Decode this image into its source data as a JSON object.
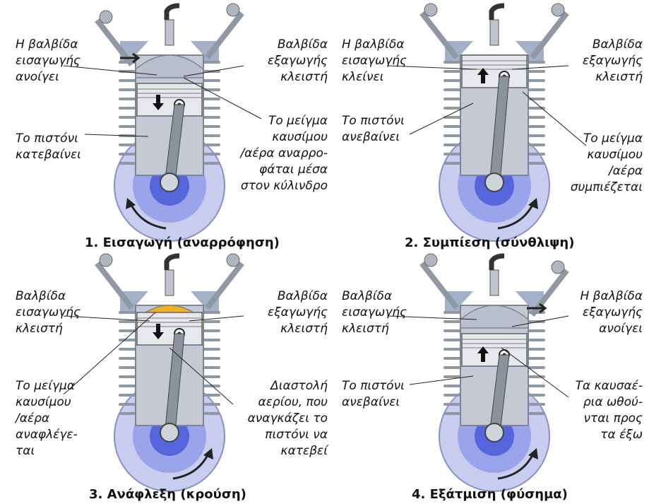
{
  "panels": [
    {
      "caption": "1. Εισαγωγή (αναρρόφηση)",
      "left_top": "Η βαλβίδα\nεισαγωγής\nανοίγει",
      "left_bottom": "Το πιστόνι\nκατεβαίνει",
      "right_top": "Βαλβίδα\nεξαγωγής\nκλειστή",
      "right_bottom": "Το μείγμα\nκαυσίμου\n/αέρα αναρρο-\nφάται μέσα\nστον κύλινδρο"
    },
    {
      "caption": "2. Συμπίεση (σύνθλιψη)",
      "left_top": "Η βαλβίδα\nεισαγωγής\nκλείνει",
      "left_bottom": "Το πιστόνι\nανεβαίνει",
      "right_top": "Βαλβίδα\nεξαγωγής\nκλειστή",
      "right_bottom": "Το μείγμα\nκαυσίμου\n/αέρα\nσυμπιέζεται"
    },
    {
      "caption": "3. Ανάφλεξη (κρούση)",
      "left_top": "Βαλβίδα\nεισαγωγής\nκλειστή",
      "left_bottom": "Το μείγμα\nκαυσίμου\n/αέρα\nαναφλέγε-\nται",
      "right_top": "Βαλβίδα\nεξαγωγής\nκλειστή",
      "right_bottom": "Διαστολή\nαερίου, που\nαναγκάζει το\nπιστόνι να\nκατεβεί"
    },
    {
      "caption": "4. Εξάτμιση (φύσημα)",
      "left_top": "Βαλβίδα\nεισαγωγής\nκλειστή",
      "left_bottom": "Το πιστόνι\nανεβαίνει",
      "right_top": "Η βαλβίδα\nεξαγωγής\nανοίγει",
      "right_bottom": "Τα καυσαέ-\nρια ωθού-\nνται προς\nτα έξω"
    }
  ],
  "colors": {
    "cylinder": "#c4c9d4",
    "crankcase": "#c8cdf0",
    "flywheel": "#5566dd",
    "combustion": "#f0b020",
    "metal": "#9098a4"
  }
}
